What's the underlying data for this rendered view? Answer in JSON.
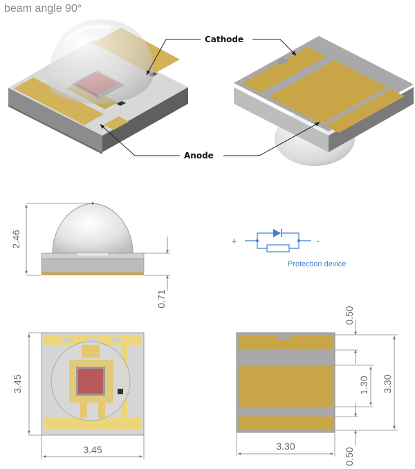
{
  "title": "beam angle 90°",
  "labels": {
    "cathode": "Cathode",
    "anode": "Anode"
  },
  "dimensions": {
    "lens_height": "2.46",
    "base_height": "0.71",
    "front_height": "3.45",
    "front_width": "3.45",
    "back_width": "3.30",
    "back_height": "3.30",
    "pad_top": "0.50",
    "pad_middle": "1.30",
    "pad_bottom": "0.50"
  },
  "protection": {
    "plus": "+",
    "minus": "-",
    "caption": "Protection device"
  },
  "colors": {
    "pad_gold": "#d2b35a",
    "die_red": "#b85a5a",
    "dimension_line": "#777777",
    "schematic_blue": "#3f7fd0"
  }
}
